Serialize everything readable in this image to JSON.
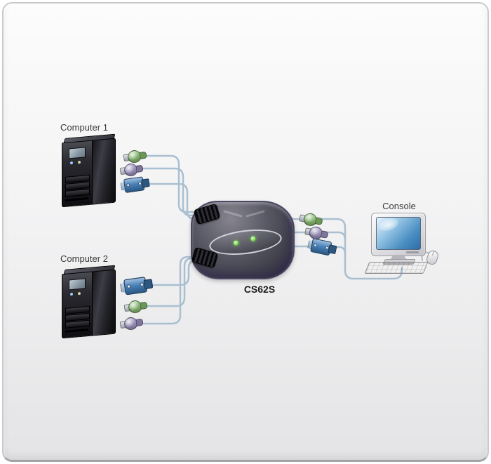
{
  "diagram": {
    "nodes": {
      "computer1": {
        "label": "Computer 1",
        "type": "desktop-tower"
      },
      "computer2": {
        "label": "Computer 2",
        "type": "desktop-tower"
      },
      "kvm_switch": {
        "label": "CS62S",
        "type": "kvm-switch",
        "led_count": 2
      },
      "console": {
        "label": "Console",
        "type": "monitor-keyboard-mouse"
      }
    },
    "connections": [
      {
        "from": "computer1",
        "to": "kvm_switch",
        "connectors": [
          "ps2-mouse",
          "ps2-keyboard",
          "vga"
        ]
      },
      {
        "from": "computer2",
        "to": "kvm_switch",
        "connectors": [
          "vga",
          "ps2-mouse",
          "ps2-keyboard"
        ]
      },
      {
        "from": "kvm_switch",
        "to": "console",
        "connectors": [
          "ps2-mouse",
          "ps2-keyboard",
          "vga"
        ]
      }
    ],
    "colors": {
      "ps2_mouse": "#8fca74",
      "ps2_keyboard": "#a79ccf",
      "vga": "#3e7cb8",
      "cable": "#a9bfd0",
      "device_body": "#41414c",
      "device_trim": "#4b4661",
      "led": "#7ede57",
      "screen_blue": "#4a8ec2",
      "background_top": "#fcfcfc",
      "background_bottom": "#e4e4e6",
      "label_text": "#3a3a3a"
    }
  }
}
